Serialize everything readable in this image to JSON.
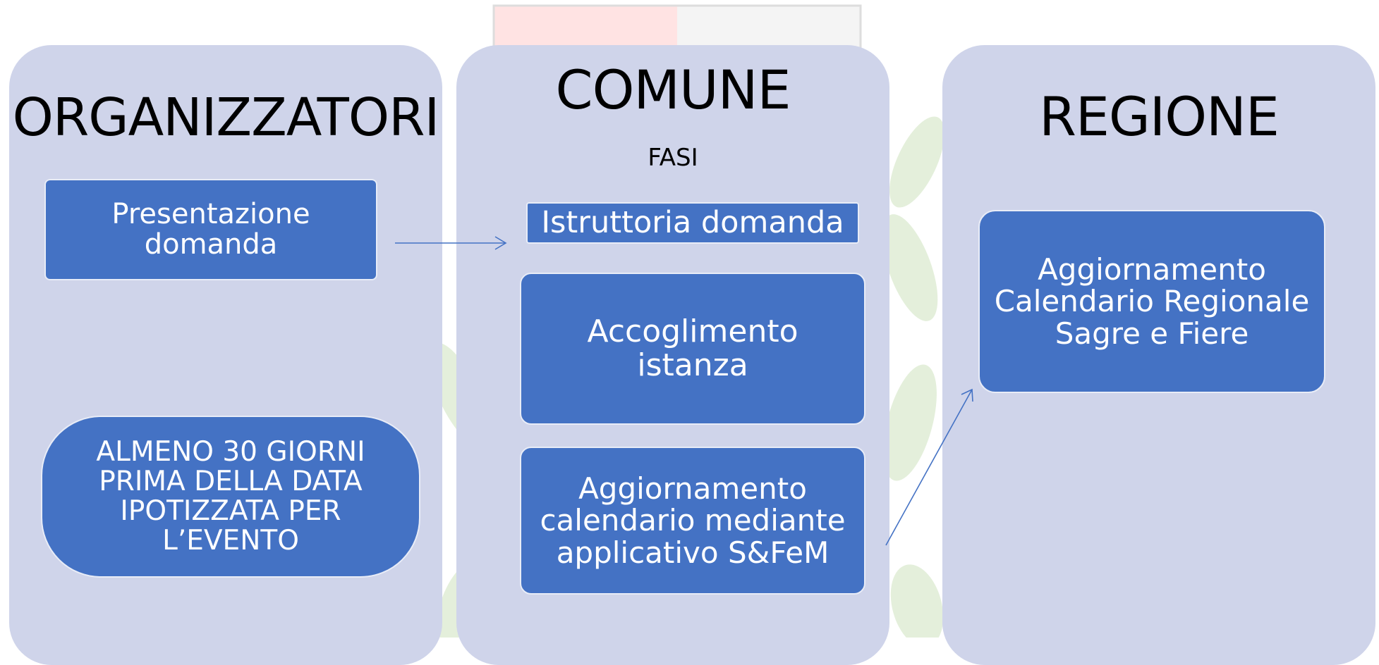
{
  "columns": {
    "organizzatori": {
      "title": "ORGANIZZATORI",
      "boxes": {
        "presentazione": "Presentazione domanda",
        "almeno": "ALMENO 30 GIORNI PRIMA DELLA DATA IPOTIZZATA PER L’EVENTO"
      }
    },
    "comune": {
      "title": "COMUNE",
      "subtitle": "FASI",
      "boxes": {
        "istruttoria": "Istruttoria domanda",
        "accoglimento": "Accoglimento istanza",
        "aggiornamento": "Aggiornamento calendario mediante applicativo S&FeM"
      }
    },
    "regione": {
      "title": "REGIONE",
      "boxes": {
        "aggiornamento": "Aggiornamento Calendario Regionale Sagre e Fiere"
      }
    }
  },
  "colors": {
    "column_bg": "#cfd4ea",
    "box_fill": "#4472c4",
    "box_text": "#ffffff",
    "arrow": "#4472c4",
    "watermark_red": "#ffe3e3",
    "watermark_leaf": "#cfe0c4"
  }
}
